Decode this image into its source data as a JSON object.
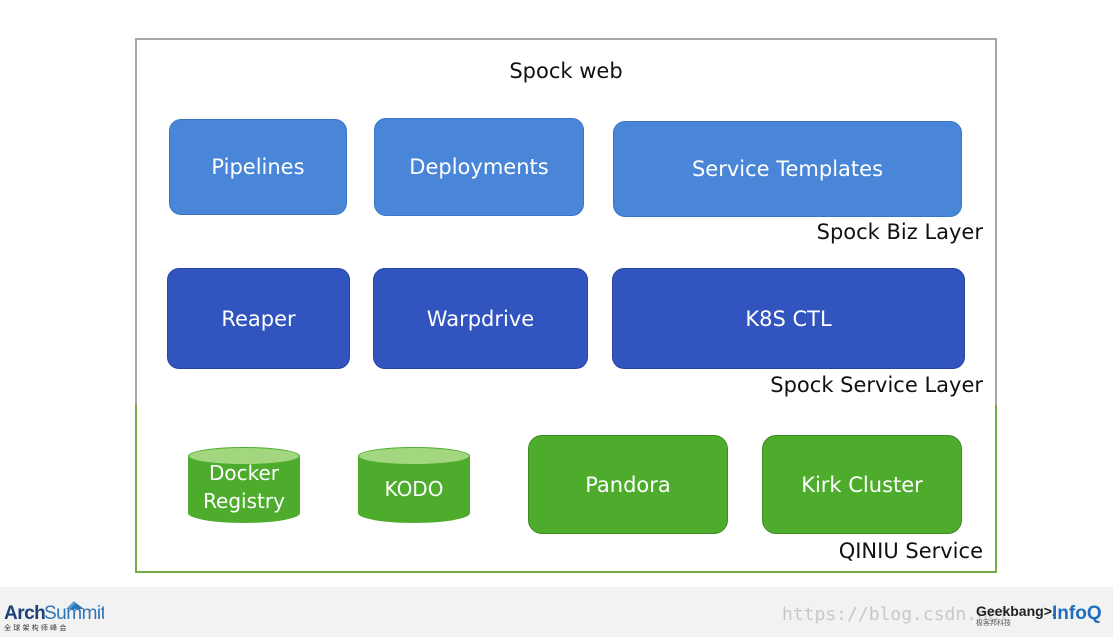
{
  "layers": {
    "top": {
      "title": "Spock web"
    },
    "biz": {
      "label": "Spock Biz Layer",
      "boxes": [
        "Pipelines",
        "Deployments",
        "Service Templates"
      ]
    },
    "service": {
      "label": "Spock Service Layer",
      "boxes": [
        "Reaper",
        "Warpdrive",
        "K8S CTL"
      ]
    },
    "qiniu": {
      "label": "QINIU Service",
      "databases": [
        "Docker\nRegistry",
        "KODO"
      ],
      "boxes": [
        "Pandora",
        "Kirk Cluster"
      ]
    }
  },
  "footer": {
    "left_logo": "ArchSummit",
    "left_logo_sub": "全 球 架 构 师 峰 会",
    "watermark": "https://blog.csdn.net",
    "right_logo_1": "Geekbang>.",
    "right_logo_1_sub": "极客邦科技",
    "right_logo_2": "InfoQ"
  },
  "colors": {
    "biz_box": "#4a86d8",
    "service_box": "#3154bf",
    "qiniu_green": "#4eac2d",
    "layer_divider": "#5b9bd5"
  }
}
